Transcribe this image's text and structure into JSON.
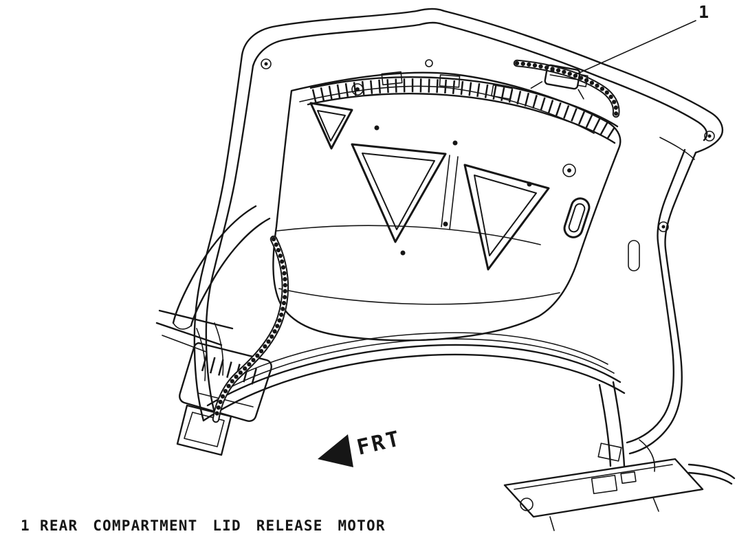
{
  "diagram": {
    "callout": {
      "number": "1"
    },
    "frt_label": "FRT",
    "legend": {
      "items": [
        {
          "number": "1",
          "label": "REAR COMPARTMENT LID RELEASE MOTOR"
        }
      ]
    },
    "colors": {
      "line": "#161616",
      "background": "#ffffff"
    }
  }
}
